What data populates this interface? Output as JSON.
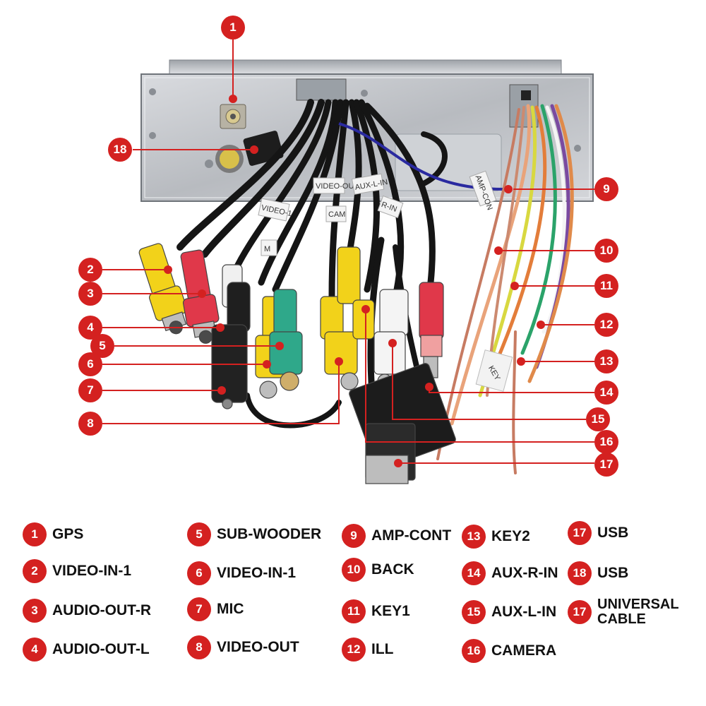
{
  "callouts": [
    {
      "num": "1"
    },
    {
      "num": "2"
    },
    {
      "num": "3"
    },
    {
      "num": "4"
    },
    {
      "num": "5"
    },
    {
      "num": "6"
    },
    {
      "num": "7"
    },
    {
      "num": "8"
    },
    {
      "num": "9"
    },
    {
      "num": "10"
    },
    {
      "num": "11"
    },
    {
      "num": "12"
    },
    {
      "num": "13"
    },
    {
      "num": "14"
    },
    {
      "num": "15"
    },
    {
      "num": "16"
    },
    {
      "num": "17"
    },
    {
      "num": "18"
    }
  ],
  "cable_tags": {
    "video_out": "VIDEO-OUT",
    "aux_l_in": "AUX-L-IN",
    "video_1": "VIDEO-1",
    "cam": "CAM",
    "r_in": "R-IN",
    "amp_cont": "AMP-CON",
    "key": "KEY",
    "m": "M"
  },
  "legend": [
    {
      "num": "1",
      "label": "GPS"
    },
    {
      "num": "2",
      "label": "VIDEO-IN-1"
    },
    {
      "num": "3",
      "label": "AUDIO-OUT-R"
    },
    {
      "num": "4",
      "label": "AUDIO-OUT-L"
    },
    {
      "num": "5",
      "label": "SUB-WOODER"
    },
    {
      "num": "6",
      "label": "VIDEO-IN-1"
    },
    {
      "num": "7",
      "label": "MIC"
    },
    {
      "num": "8",
      "label": "VIDEO-OUT"
    },
    {
      "num": "9",
      "label": "AMP-CONT"
    },
    {
      "num": "10",
      "label": "BACK"
    },
    {
      "num": "11",
      "label": "KEY1"
    },
    {
      "num": "12",
      "label": "ILL"
    },
    {
      "num": "13",
      "label": "KEY2"
    },
    {
      "num": "14",
      "label": "AUX-R-IN"
    },
    {
      "num": "15",
      "label": "AUX-L-IN"
    },
    {
      "num": "16",
      "label": "CAMERA"
    },
    {
      "num": "17",
      "label": "USB"
    },
    {
      "num": "18",
      "label": "USB"
    },
    {
      "num": "17",
      "label": "UNIVERSAL CABLE"
    }
  ],
  "colors": {
    "badge": "#d42120",
    "leader": "#d42120",
    "rca_yellow": "#f2d21a",
    "rca_red": "#e0384a",
    "rca_white": "#f0f0f0",
    "rca_teal": "#2fa88a",
    "metal": "#c9cbcf"
  }
}
